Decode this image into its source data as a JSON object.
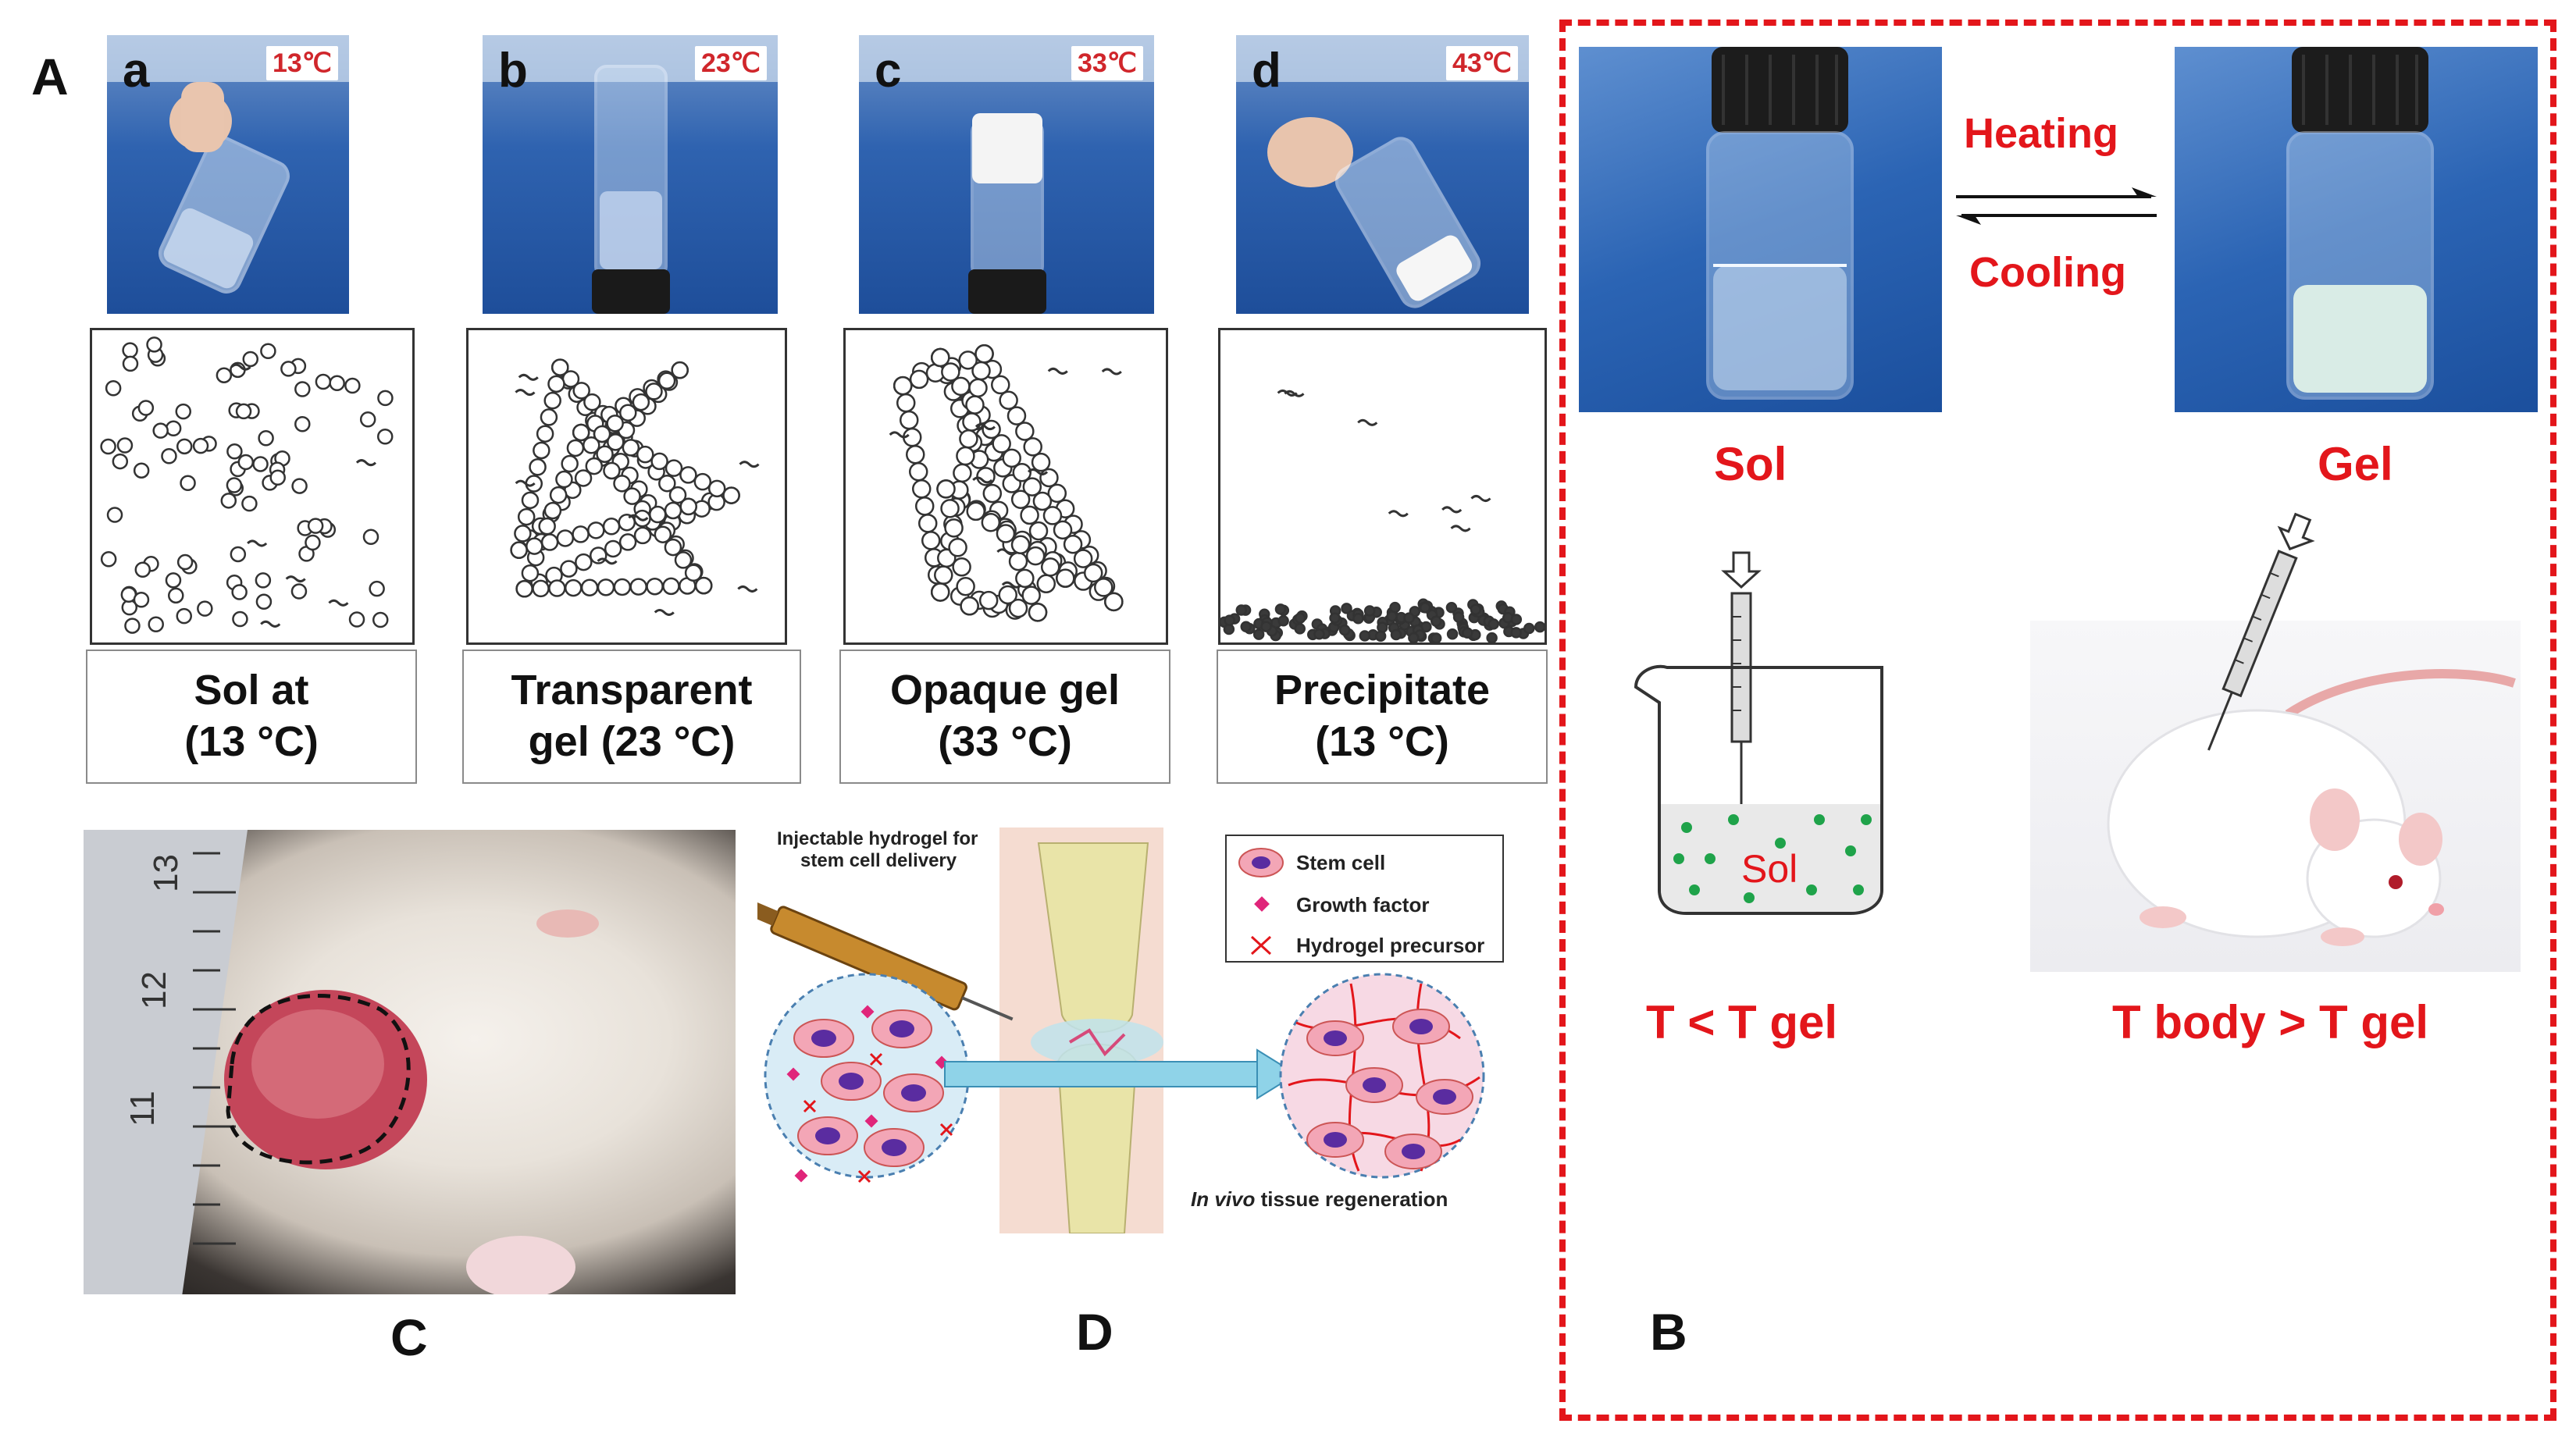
{
  "panel_labels": {
    "A": "A",
    "B": "B",
    "C": "C",
    "D": "D"
  },
  "tiles": [
    {
      "letter": "a",
      "temp": "13℃",
      "label_line1": "Sol at",
      "label_line2": "(13 °C)"
    },
    {
      "letter": "b",
      "temp": "23℃",
      "label_line1": "Transparent",
      "label_line2": "gel (23 °C)"
    },
    {
      "letter": "c",
      "temp": "33℃",
      "label_line1": "Opaque gel",
      "label_line2": "(33 °C)"
    },
    {
      "letter": "d",
      "temp": "43℃",
      "label_line1": "Precipitate",
      "label_line2": "(13 °C)"
    }
  ],
  "panel_b": {
    "heating": "Heating",
    "cooling": "Cooling",
    "sol": "Sol",
    "gel": "Gel",
    "beaker_text": "Sol",
    "cond_left": "T < T gel",
    "cond_right": "T body > T gel"
  },
  "panel_c": {
    "ruler_numbers": [
      "13",
      "12",
      "11"
    ]
  },
  "panel_d": {
    "syringe_label_1": "Injectable hydrogel for",
    "syringe_label_2": "stem cell delivery",
    "legend": [
      "Stem cell",
      "Growth factor",
      "Hydrogel precursor"
    ],
    "caption_italic": "In vivo",
    "caption_rest": " tissue regeneration"
  },
  "colors": {
    "accent_red": "#e3161b",
    "water_blue": "#2f63b0",
    "cell_pink": "#f3a6b6",
    "nucleus_purple": "#5a2ca0"
  }
}
